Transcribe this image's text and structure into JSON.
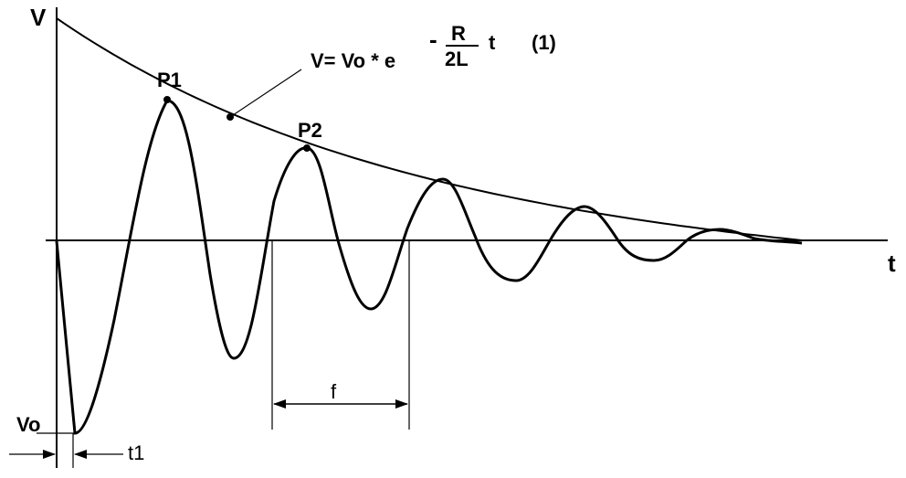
{
  "axes": {
    "y_label": "V",
    "x_label": "t"
  },
  "formula": {
    "lhs": "V= Vo * e",
    "exp_sign": "-",
    "exp_numerator": "R",
    "exp_denominator": "2L",
    "exp_var": "t",
    "equation_number": "(1)"
  },
  "points": {
    "p1": "P1",
    "p2": "P2"
  },
  "annotations": {
    "vo": "Vo",
    "t1": "t1",
    "f": "f"
  },
  "colors": {
    "ink": "#000000",
    "background": "#ffffff"
  }
}
